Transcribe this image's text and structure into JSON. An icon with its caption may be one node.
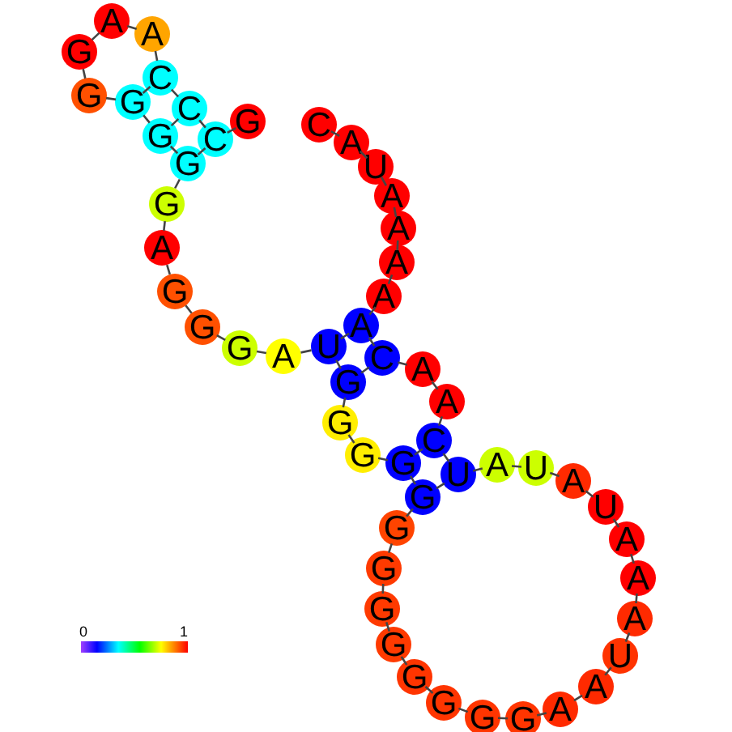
{
  "diagram": {
    "nodes": [
      {
        "text": [
          "C"
        ]
      },
      {
        "text": [
          "A"
        ]
      },
      {
        "text": [
          "U"
        ]
      },
      {
        "text": [
          "A"
        ]
      },
      {
        "text": [
          "A"
        ]
      },
      {
        "text": [
          "A"
        ]
      },
      {
        "text": [
          "A"
        ]
      },
      {
        "text": [
          "A"
        ]
      },
      {
        "text": [
          "C"
        ]
      },
      {
        "text": [
          "A"
        ]
      },
      {
        "text": [
          "A"
        ]
      },
      {
        "text": [
          "C"
        ]
      },
      {
        "text": [
          "U"
        ]
      },
      {
        "text": [
          "A"
        ]
      },
      {
        "text": [
          "U"
        ]
      },
      {
        "text": [
          "A"
        ]
      },
      {
        "text": [
          "U"
        ]
      },
      {
        "text": [
          "A"
        ]
      },
      {
        "text": [
          "A"
        ]
      },
      {
        "text": [
          "A"
        ]
      },
      {
        "text": [
          "U"
        ]
      },
      {
        "text": [
          "A"
        ]
      },
      {
        "text": [
          "A"
        ]
      },
      {
        "text": [
          "G"
        ]
      },
      {
        "text": [
          "G"
        ]
      },
      {
        "text": [
          "G"
        ]
      },
      {
        "text": [
          "G"
        ]
      },
      {
        "text": [
          "G"
        ]
      },
      {
        "text": [
          "G"
        ]
      },
      {
        "text": [
          "G"
        ]
      },
      {
        "text": [
          "G"
        ]
      },
      {
        "text": [
          "G"
        ]
      },
      {
        "text": [
          "G"
        ]
      },
      {
        "text": [
          "G"
        ]
      },
      {
        "text": [
          "G"
        ]
      },
      {
        "text": [
          "G"
        ]
      },
      {
        "text": [
          "U"
        ]
      },
      {
        "text": [
          "A"
        ]
      },
      {
        "text": [
          "G"
        ]
      },
      {
        "text": [
          "G"
        ]
      },
      {
        "text": [
          "G"
        ]
      },
      {
        "text": [
          "A"
        ]
      },
      {
        "text": [
          "G"
        ]
      },
      {
        "text": [
          "G"
        ]
      },
      {
        "text": [
          "G"
        ]
      },
      {
        "text": [
          "G"
        ]
      },
      {
        "text": [
          "G"
        ]
      },
      {
        "text": [
          "G"
        ]
      },
      {
        "text": [
          "A"
        ]
      },
      {
        "text": [
          "A"
        ]
      },
      {
        "text": [
          "C"
        ]
      },
      {
        "text": [
          "C"
        ]
      },
      {
        "text": [
          "C"
        ]
      },
      {
        "text": [
          "G"
        ]
      }
    ],
    "edges": [
      {
        "from": 0,
        "to": 1,
        "arrow": "none"
      },
      {
        "from": 1,
        "to": 2,
        "arrow": "none"
      },
      {
        "from": 2,
        "to": 3,
        "arrow": "none"
      },
      {
        "from": 3,
        "to": 4,
        "arrow": "none"
      },
      {
        "from": 4,
        "to": 5,
        "arrow": "none"
      },
      {
        "from": 5,
        "to": 6,
        "arrow": "none"
      },
      {
        "from": 6,
        "to": 7,
        "arrow": "none"
      },
      {
        "from": 7,
        "to": 8,
        "arrow": "none"
      },
      {
        "from": 8,
        "to": 9,
        "arrow": "none"
      },
      {
        "from": 9,
        "to": 10,
        "arrow": "none"
      },
      {
        "from": 10,
        "to": 11,
        "arrow": "none"
      },
      {
        "from": 11,
        "to": 12,
        "arrow": "none"
      },
      {
        "from": 12,
        "to": 13,
        "arrow": "none"
      },
      {
        "from": 13,
        "to": 14,
        "arrow": "none"
      },
      {
        "from": 14,
        "to": 15,
        "arrow": "none"
      },
      {
        "from": 15,
        "to": 16,
        "arrow": "none"
      },
      {
        "from": 16,
        "to": 17,
        "arrow": "none"
      },
      {
        "from": 17,
        "to": 18,
        "arrow": "none"
      },
      {
        "from": 18,
        "to": 19,
        "arrow": "none"
      },
      {
        "from": 19,
        "to": 20,
        "arrow": "none"
      },
      {
        "from": 20,
        "to": 21,
        "arrow": "none"
      },
      {
        "from": 21,
        "to": 22,
        "arrow": "none"
      },
      {
        "from": 22,
        "to": 23,
        "arrow": "none"
      },
      {
        "from": 23,
        "to": 24,
        "arrow": "none"
      },
      {
        "from": 24,
        "to": 25,
        "arrow": "none"
      },
      {
        "from": 25,
        "to": 26,
        "arrow": "none"
      },
      {
        "from": 26,
        "to": 27,
        "arrow": "none"
      },
      {
        "from": 27,
        "to": 28,
        "arrow": "none"
      },
      {
        "from": 28,
        "to": 29,
        "arrow": "none"
      },
      {
        "from": 29,
        "to": 30,
        "arrow": "none"
      },
      {
        "from": 30,
        "to": 31,
        "arrow": "none"
      },
      {
        "from": 31,
        "to": 32,
        "arrow": "none"
      },
      {
        "from": 32,
        "to": 33,
        "arrow": "none"
      },
      {
        "from": 33,
        "to": 34,
        "arrow": "none"
      },
      {
        "from": 34,
        "to": 35,
        "arrow": "none"
      },
      {
        "from": 35,
        "to": 36,
        "arrow": "none"
      },
      {
        "from": 36,
        "to": 37,
        "arrow": "none"
      },
      {
        "from": 37,
        "to": 38,
        "arrow": "none"
      },
      {
        "from": 38,
        "to": 39,
        "arrow": "none"
      },
      {
        "from": 39,
        "to": 40,
        "arrow": "none"
      },
      {
        "from": 40,
        "to": 41,
        "arrow": "none"
      },
      {
        "from": 41,
        "to": 42,
        "arrow": "none"
      },
      {
        "from": 42,
        "to": 43,
        "arrow": "none"
      },
      {
        "from": 43,
        "to": 44,
        "arrow": "none"
      },
      {
        "from": 44,
        "to": 45,
        "arrow": "none"
      },
      {
        "from": 45,
        "to": 46,
        "arrow": "none"
      },
      {
        "from": 46,
        "to": 47,
        "arrow": "none"
      },
      {
        "from": 47,
        "to": 48,
        "arrow": "none"
      },
      {
        "from": 48,
        "to": 49,
        "arrow": "none"
      },
      {
        "from": 49,
        "to": 50,
        "arrow": "none"
      },
      {
        "from": 50,
        "to": 51,
        "arrow": "none"
      },
      {
        "from": 51,
        "to": 52,
        "arrow": "none"
      },
      {
        "from": 52,
        "to": 53,
        "arrow": "none"
      },
      {
        "from": 7,
        "to": 36,
        "arrow": "none"
      },
      {
        "from": 8,
        "to": 35,
        "arrow": "none"
      },
      {
        "from": 11,
        "to": 32,
        "arrow": "none"
      },
      {
        "from": 12,
        "to": 31,
        "arrow": "none"
      },
      {
        "from": 43,
        "to": 52,
        "arrow": "none"
      },
      {
        "from": 44,
        "to": 51,
        "arrow": "none"
      },
      {
        "from": 45,
        "to": 50,
        "arrow": "none"
      }
    ],
    "labels": [
      "0",
      "1"
    ]
  }
}
